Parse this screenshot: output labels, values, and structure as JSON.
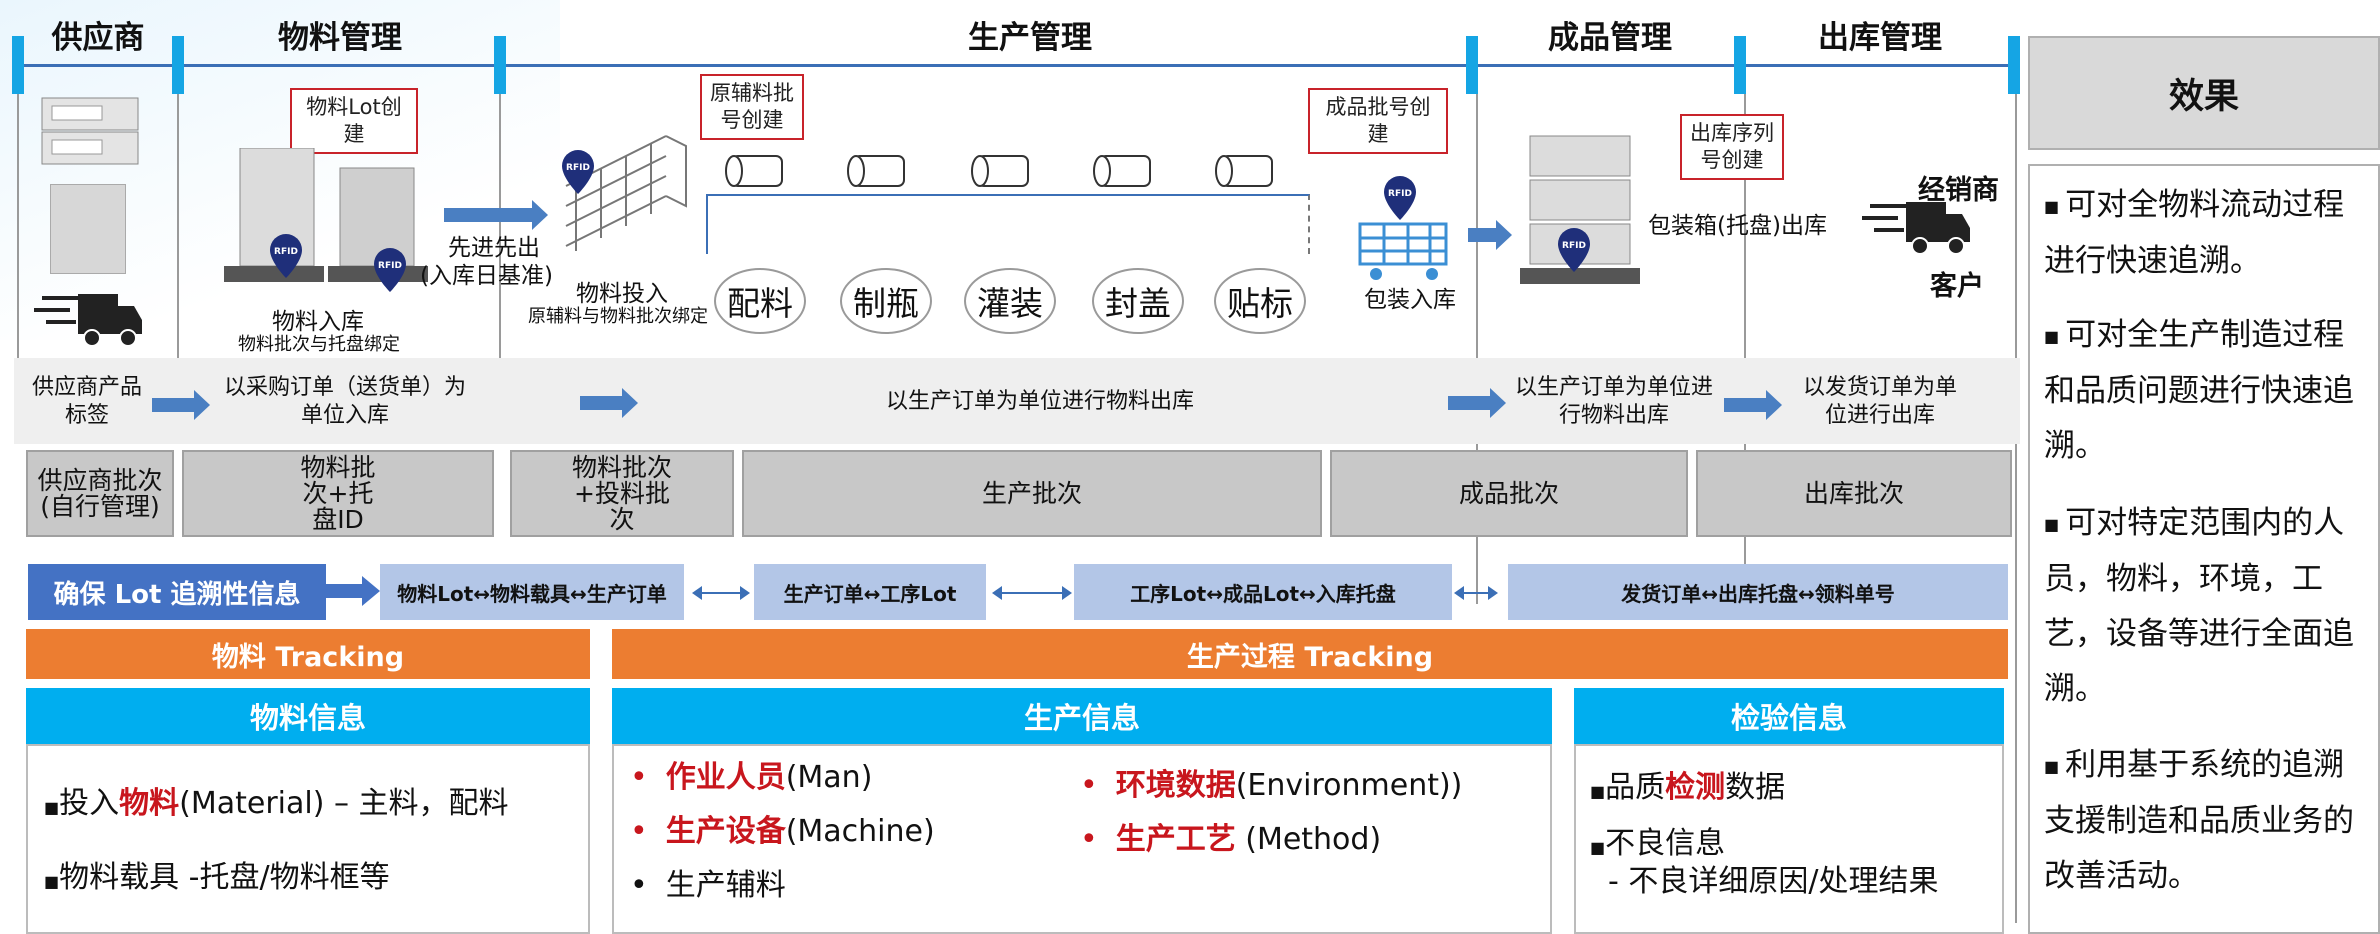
{
  "stages": {
    "supplier": "供应商",
    "material_mgmt": "物料管理",
    "production_mgmt": "生产管理",
    "finished_mgmt": "成品管理",
    "shipping_mgmt": "出库管理"
  },
  "callouts": {
    "material_lot": "物料Lot创建",
    "raw_batch": "原辅料批号创建",
    "finished_batch": "成品批号创建",
    "shipping_seq": "出库序列号创建"
  },
  "flow": {
    "fifo": "先进先出",
    "fifo_sub": "(入库日基准)",
    "material_inbound": "物料入库",
    "material_inbound_sub": "物料批次与托盘绑定",
    "material_input": "物料投入",
    "material_input_sub": "原辅料与物料批次绑定",
    "steps": [
      "配料",
      "制瓶",
      "灌装",
      "封盖",
      "贴标"
    ],
    "pack_inbound": "包装入库",
    "box_outbound": "包装箱(托盘)出库",
    "dealer": "经销商",
    "customer": "客户",
    "rfid": "RFID"
  },
  "band": {
    "supplier_label": "供应商产品标签",
    "po_inbound": "以采购订单（送货单）为单位入库",
    "prod_order_outbound": "以生产订单为单位进行物料出库",
    "prod_order_outbound2": "以生产订单为单位进行物料出库",
    "ship_order_outbound": "以发货订单为单位进行出库"
  },
  "batches": {
    "supplier_batch": "供应商批次(自行管理)",
    "material_pallet": "物料批次+托盘ID",
    "material_input": "物料批次+投料批次",
    "production": "生产批次",
    "finished": "成品批次",
    "shipping": "出库批次"
  },
  "trace": {
    "ensure": "确保 Lot 追溯性信息",
    "link1": "物料Lot↔物料载具↔生产订单",
    "link2": "生产订单↔工序Lot",
    "link3": "工序Lot↔成品Lot↔入库托盘",
    "link4": "发货订单↔出库托盘↔领料单号"
  },
  "tracking": {
    "material": "物料 Tracking",
    "process": "生产过程 Tracking"
  },
  "info": {
    "material_title": "物料信息",
    "material_item1_pre": "投入",
    "material_item1_red": "物料",
    "material_item1_post": "(Material) – 主料，配料",
    "material_item2": "物料载具 -托盘/物料框等",
    "production_title": "生产信息",
    "man_red": "作业人员",
    "man": "(Man)",
    "machine_red": "生产设备",
    "machine": "(Machine)",
    "aux": "生产辅料",
    "env_red": "环境数据",
    "env": "(Environment))",
    "method_red": "生产工艺",
    "method": " (Method)",
    "inspect_title": "检验信息",
    "inspect1_pre": "品质",
    "inspect1_red": "检测",
    "inspect1_post": "数据",
    "inspect2": "不良信息",
    "inspect3": "- 不良详细原因/处理结果"
  },
  "effects": {
    "title": "效果",
    "items": [
      "可对全物料流动过程进行快速追溯。",
      "可对全生产制造过程和品质问题进行快速追溯。",
      "可对特定范围内的人员，物料，环境，工艺，设备等进行全面追溯。",
      "利用基于系统的追溯支援制造和品质业务的改善活动。"
    ]
  },
  "colors": {
    "stage_divider": "#15a5e4",
    "arrow": "#3b6fb6",
    "orange": "#ec7d31",
    "cyan": "#00aeef",
    "link_bg": "#b3c6e7",
    "ensure_bg": "#4472c4",
    "red": "#c8161d"
  }
}
